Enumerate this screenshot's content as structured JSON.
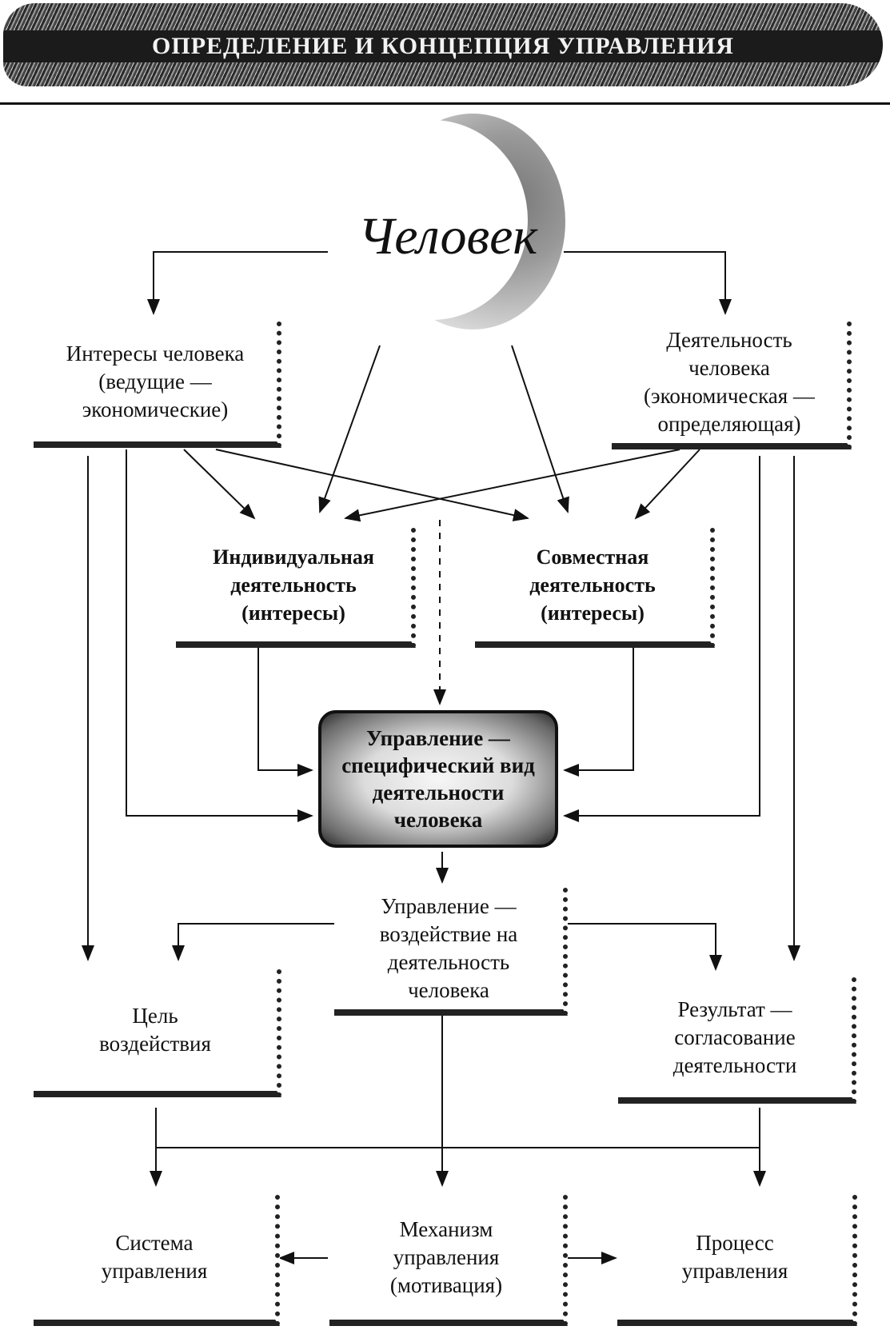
{
  "header": {
    "title": "ОПРЕДЕЛЕНИЕ И КОНЦЕПЦИЯ УПРАВЛЕНИЯ"
  },
  "diagram": {
    "human": "Человек",
    "interests": "Интересы человека\n(ведущие —\nэкономические)",
    "activity": "Деятельность\nчеловека\n(экономическая —\nопределяющая)",
    "individual": "Индивидуальная\nдеятельность\n(интересы)",
    "joint": "Совместная\nдеятельность\n(интересы)",
    "management_specific": "Управление —\nспецифический вид\nдеятельности\nчеловека",
    "management_impact": "Управление —\nвоздействие на\nдеятельность\nчеловека",
    "goal": "Цель\nвоздействия",
    "result": "Результат —\nсогласование\nдеятельности",
    "system": "Система\nуправления",
    "mechanism": "Механизм\nуправления\n(мотивация)",
    "process": "Процесс\nуправления"
  }
}
